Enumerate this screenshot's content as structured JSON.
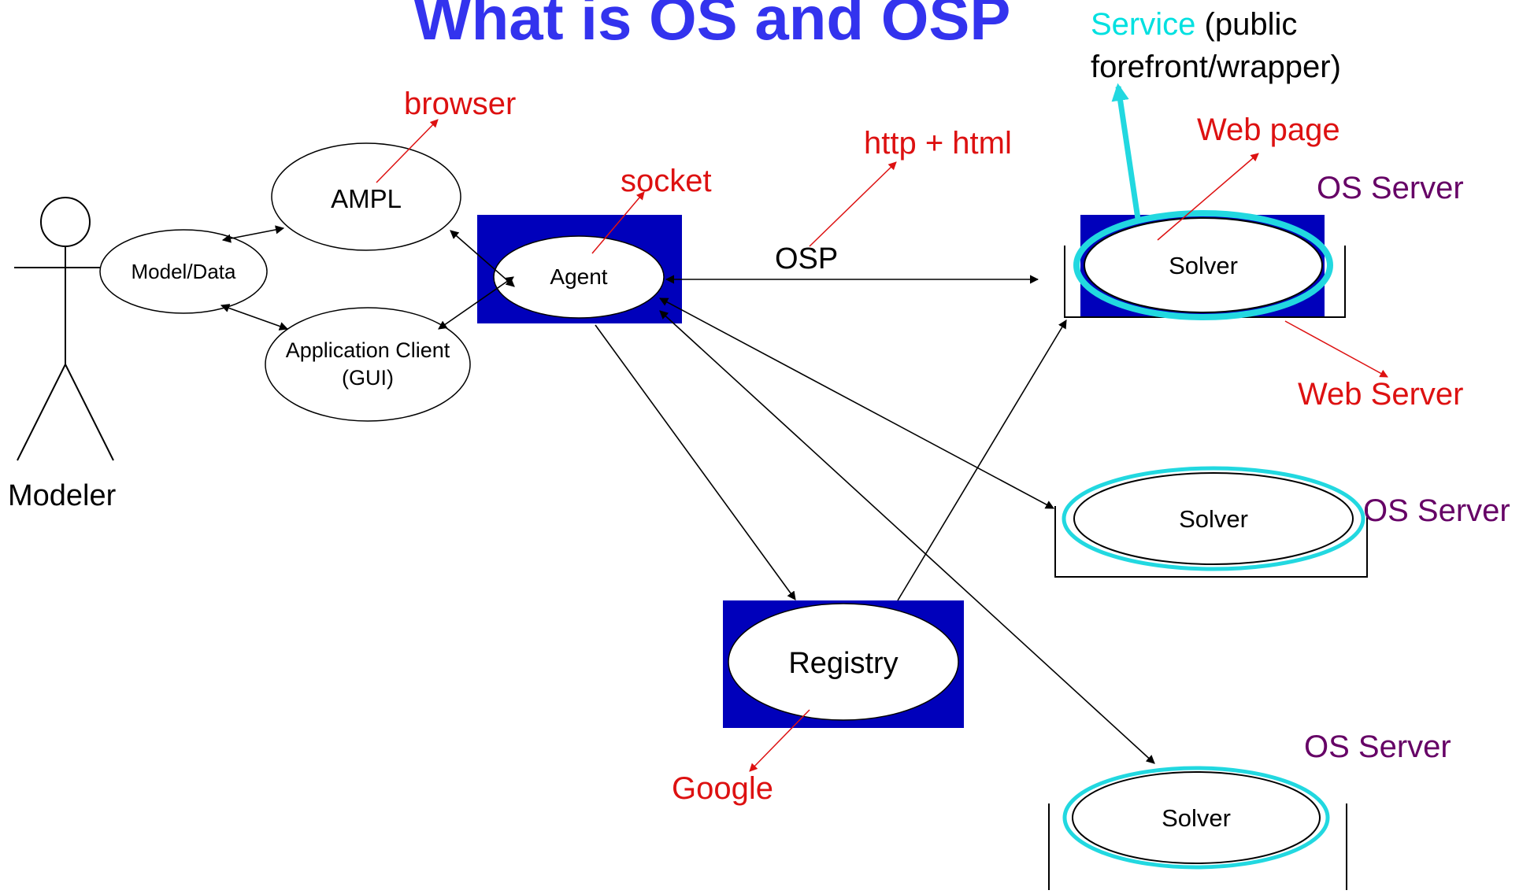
{
  "title": "What is OS and OSP",
  "service_note": {
    "service": "Service",
    "public": "(public",
    "wrapper": "forefront/wrapper)"
  },
  "actor": {
    "label": "Modeler"
  },
  "nodes": {
    "model_data": "Model/Data",
    "ampl": "AMPL",
    "app_client_line1": "Application Client",
    "app_client_line2": "(GUI)",
    "agent": "Agent",
    "registry": "Registry",
    "solver_top": "Solver",
    "solver_mid": "Solver",
    "solver_bottom": "Solver"
  },
  "labels": {
    "browser": "browser",
    "socket": "socket",
    "http_html": "http + html",
    "web_page": "Web page",
    "web_server": "Web Server",
    "google": "Google",
    "osp": "OSP",
    "os_server_top": "OS Server",
    "os_server_mid": "OS Server",
    "os_server_bottom": "OS Server"
  },
  "colors": {
    "title": "#3333ee",
    "service": "#00e0e0",
    "annotation": "#dd1111",
    "os_server": "#660066",
    "box": "#0000bb",
    "ring": "#22d8e0",
    "line": "#000000"
  }
}
